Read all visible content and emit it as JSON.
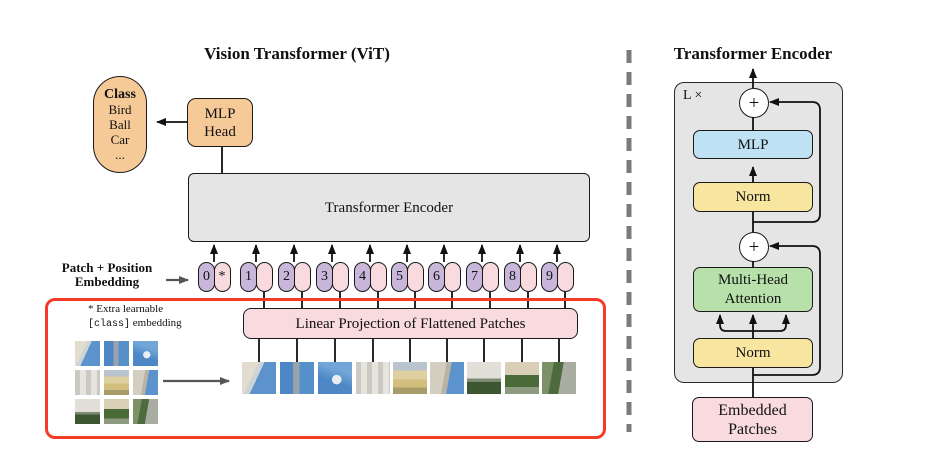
{
  "figure": {
    "left": {
      "title": "Vision Transformer (ViT)",
      "class_box": {
        "title": "Class",
        "items": [
          "Bird",
          "Ball",
          "Car",
          "..."
        ]
      },
      "mlp_head": {
        "lines": [
          "MLP",
          "Head"
        ]
      },
      "encoder_label": "Transformer Encoder",
      "patch_pos": {
        "lines": [
          "Patch + Position",
          "Embedding"
        ]
      },
      "note": {
        "line1": "* Extra learnable",
        "code": "[class]",
        "rest": " embedding"
      },
      "linear_projection_label": "Linear Projection of Flattened Patches",
      "tokens": [
        {
          "num": "0",
          "extra": "*"
        },
        {
          "num": "1",
          "extra": ""
        },
        {
          "num": "2",
          "extra": ""
        },
        {
          "num": "3",
          "extra": ""
        },
        {
          "num": "4",
          "extra": ""
        },
        {
          "num": "5",
          "extra": ""
        },
        {
          "num": "6",
          "extra": ""
        },
        {
          "num": "7",
          "extra": ""
        },
        {
          "num": "8",
          "extra": ""
        },
        {
          "num": "9",
          "extra": ""
        }
      ]
    },
    "right": {
      "title": "Transformer Encoder",
      "loop_label": "L ×",
      "plus": "+",
      "mlp_label": "MLP",
      "norm_top_label": "Norm",
      "mha": {
        "lines": [
          "Multi-Head",
          "Attention"
        ]
      },
      "norm_bottom_label": "Norm",
      "embedded": {
        "lines": [
          "Embedded",
          "Patches"
        ]
      }
    },
    "colors": {
      "accent_red": "#F43B28",
      "orange": "#F6CA96",
      "purple": "#C8B7DA",
      "pink": "#F9DBDF",
      "blue": "#BEE1F4",
      "yellow": "#F8E5A0",
      "green": "#B7E0AA",
      "panel_grey": "#E5E5E5"
    }
  }
}
